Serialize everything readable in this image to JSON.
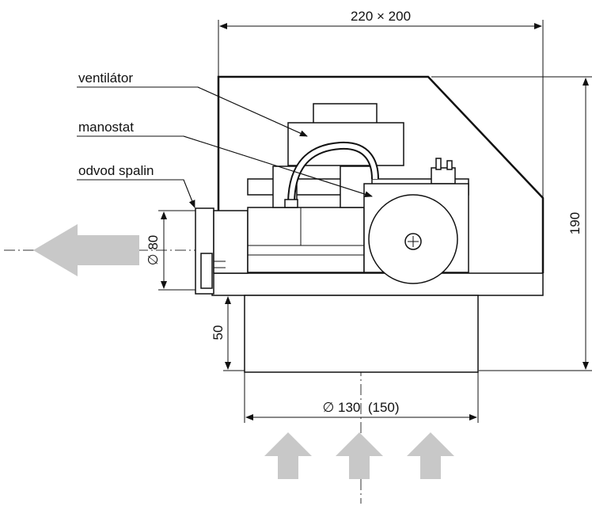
{
  "labels": {
    "fan": "ventilátor",
    "pressure_switch": "manostat",
    "flue_outlet": "odvod spalin"
  },
  "dimensions": {
    "width_depth": "220 × 200",
    "height": "190",
    "outlet_diameter": "∅ 80",
    "inlet_height": "50",
    "inlet_diameter": "∅ 130  (150)"
  },
  "colors": {
    "arrow_gray": "#c8c8c8",
    "line": "#111111"
  },
  "icons": [
    "flow-arrow-left-icon",
    "flow-arrow-up-icon",
    "screw-icon"
  ]
}
